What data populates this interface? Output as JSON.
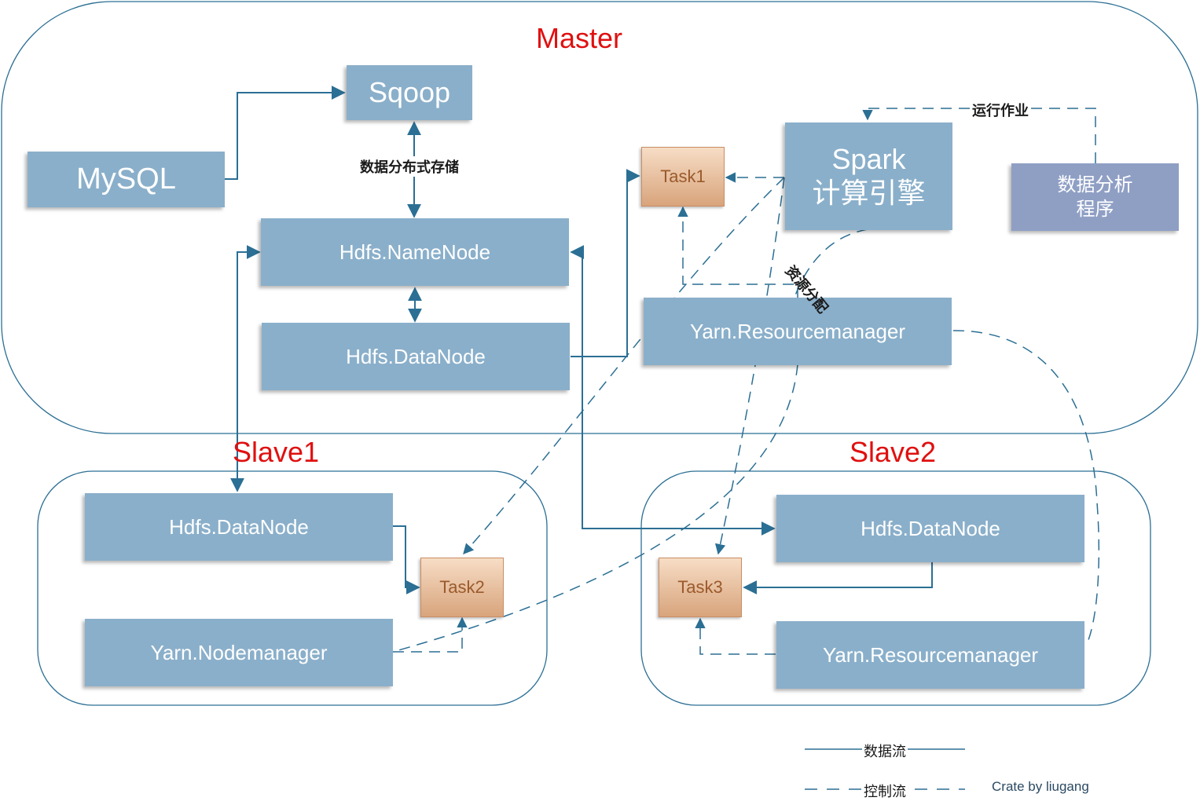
{
  "regions": {
    "master": "Master",
    "slave1": "Slave1",
    "slave2": "Slave2"
  },
  "nodes": {
    "sqoop": "Sqoop",
    "mysql": "MySQL",
    "namenode": "Hdfs.NameNode",
    "master_datanode": "Hdfs.DataNode",
    "spark_line1": "Spark",
    "spark_line2": "计算引擎",
    "analysis_line1": "数据分析",
    "analysis_line2": "程序",
    "master_resourcemanager": "Yarn.Resourcemanager",
    "slave1_datanode": "Hdfs.DataNode",
    "slave1_nodemanager": "Yarn.Nodemanager",
    "slave2_datanode": "Hdfs.DataNode",
    "slave2_resourcemanager": "Yarn.Resourcemanager"
  },
  "tasks": {
    "task1": "Task1",
    "task2": "Task2",
    "task3": "Task3"
  },
  "edge_labels": {
    "distributed_storage": "数据分布式存储",
    "run_job": "运行作业",
    "resource_alloc": "资源分配"
  },
  "legend": {
    "data_flow": "数据流",
    "control_flow": "控制流"
  },
  "credit": "Crate by liugang",
  "colors": {
    "node_fill": "#8aafca",
    "analysis_fill": "#8f9fc4",
    "line": "#2b6f94",
    "region_text": "#e01010",
    "task_fill": "#e8c0a0"
  }
}
